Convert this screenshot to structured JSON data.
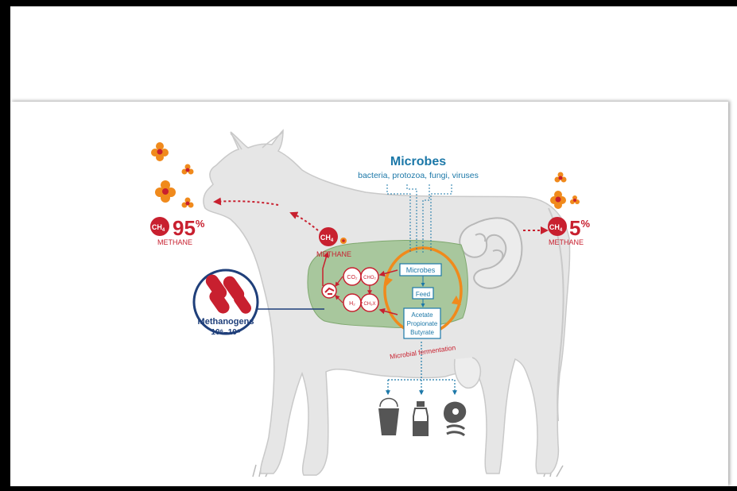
{
  "microbes": {
    "title": "Microbes",
    "subtitle": "bacteria, protozoa, fungi, viruses"
  },
  "front_emission": {
    "ch4": "CH",
    "ch4_sub": "4",
    "percent": "95",
    "percent_sign": "%",
    "label": "METHANE"
  },
  "rear_emission": {
    "ch4": "CH",
    "ch4_sub": "4",
    "percent": "5",
    "percent_sign": "%",
    "label": "METHANE"
  },
  "throat_methane": {
    "ch4": "CH",
    "ch4_sub": "4",
    "label": "METHANE"
  },
  "methanogens": {
    "title": "Methanogens",
    "count": "10⁶–10⁸"
  },
  "reactions": {
    "co2": "CO₂",
    "cho2": "CHO₂",
    "h2": "H₂",
    "ch3x": "CH₃X"
  },
  "rumen": {
    "microbes_box": "Microbes",
    "feed_box": "Feed",
    "vfa_1": "Acetate",
    "vfa_2": "Propionate",
    "vfa_3": "Butyrate",
    "fermentation": "Microbial fermentation"
  },
  "colors": {
    "accent_red": "#c8202f",
    "methane_orange": "#f08a1c",
    "microbe_blue": "#1c78a8",
    "navy": "#1f3f7a",
    "rumen_green": "#9cc18f",
    "cow_grey": "#e6e6e6"
  },
  "icons": [
    "milk-bucket-icon",
    "milk-bottle-icon",
    "meat-icon"
  ]
}
